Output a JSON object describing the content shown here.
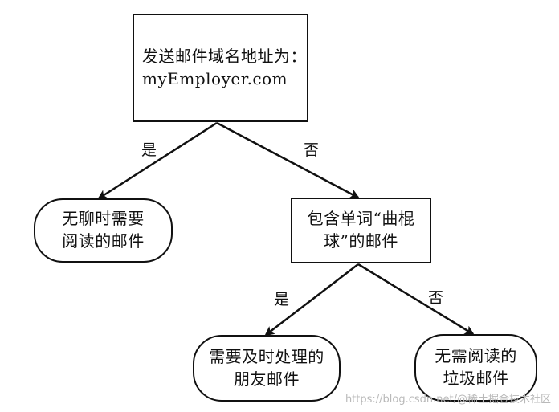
{
  "diagram": {
    "nodes": {
      "root": {
        "lines": [
          "发送邮件域名地址为：",
          "myEmployer.com"
        ]
      },
      "leaf_left": {
        "lines": [
          "无聊时需要",
          "阅读的邮件"
        ]
      },
      "curling": {
        "lines": [
          "包含单词“曲棍",
          "球”的邮件"
        ]
      },
      "friend_mail": {
        "lines": [
          "需要及时处理的",
          "朋友邮件"
        ]
      },
      "spam": {
        "lines": [
          "无需阅读的",
          "垃圾邮件"
        ]
      }
    },
    "edges": {
      "root_to_leaf_left": "是",
      "root_to_curling": "否",
      "curling_to_friend_mail": "是",
      "curling_to_spam": "否"
    }
  },
  "watermark": "https://blog.csdn.net/@稀土掘金技术社区"
}
